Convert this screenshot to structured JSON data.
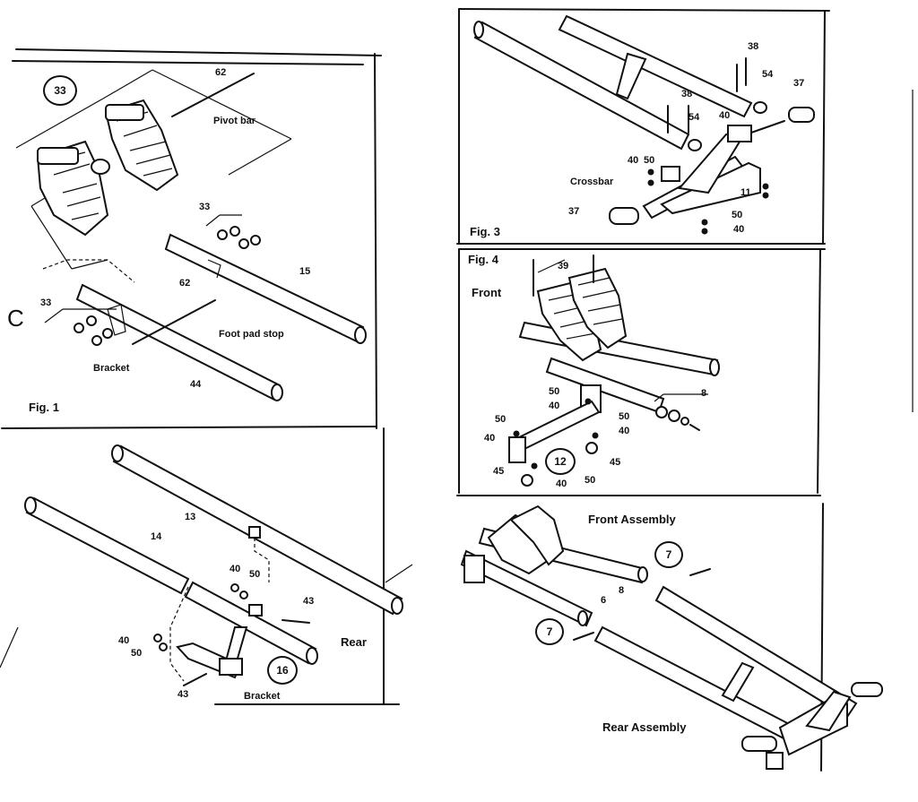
{
  "fig1": {
    "fig_label": "Fig. 1",
    "c_mark": "C",
    "part_33_circled": "33",
    "part_62_top": "62",
    "pivot_bar": "Pivot bar",
    "part_33_group1": "33",
    "part_15": "15",
    "part_62_mid": "62",
    "part_33_group2": "33",
    "foot_pad_stop": "Foot pad stop",
    "bracket": "Bracket",
    "part_44": "44"
  },
  "fig2": {
    "part_13": "13",
    "part_14": "14",
    "part_40_top": "40",
    "part_50_top": "50",
    "part_43_top": "43",
    "part_40_left": "40",
    "part_50_left": "50",
    "part_16_circled": "16",
    "part_43_bottom": "43",
    "bracket": "Bracket",
    "rear": "Rear"
  },
  "fig3": {
    "fig_label": "Fig. 3",
    "part_38_top": "38",
    "part_54_right": "54",
    "part_37_right": "37",
    "part_38_mid": "38",
    "part_40_mid": "40",
    "part_54_mid": "54",
    "part_40_left": "40",
    "part_50_left": "50",
    "crossbar": "Crossbar",
    "part_11": "11",
    "part_37_left": "37",
    "part_50_right": "50",
    "part_40_right": "40"
  },
  "fig4": {
    "fig_label": "Fig. 4",
    "front": "Front",
    "part_39": "39",
    "part_8": "8",
    "part_50_a": "50",
    "part_40_a": "40",
    "part_50_b": "50",
    "part_40_b": "40",
    "part_50_c": "50",
    "part_40_c": "40",
    "part_12_circled": "12",
    "part_45_a": "45",
    "part_45_b": "45",
    "part_40_d": "40",
    "part_50_d": "50"
  },
  "fig5": {
    "front_assembly": "Front Assembly",
    "rear_assembly": "Rear Assembly",
    "part_7_top": "7",
    "part_7_bottom": "7",
    "part_6": "6",
    "part_8": "8"
  }
}
